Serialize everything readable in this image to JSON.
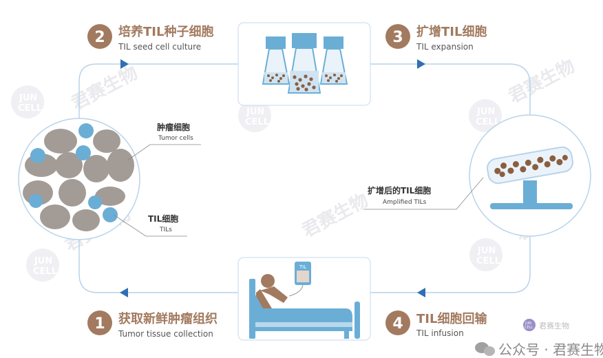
{
  "steps": [
    {
      "number": "1",
      "title": "获取新鲜肿瘤组织",
      "subtitle": "Tumor tissue collection"
    },
    {
      "number": "2",
      "title": "培养TIL种子细胞",
      "subtitle": "TIL seed cell culture"
    },
    {
      "number": "3",
      "title": "扩增TIL细胞",
      "subtitle": "TIL expansion"
    },
    {
      "number": "4",
      "title": "TIL细胞回输",
      "subtitle": "TIL infusion"
    }
  ],
  "labels": {
    "tumor_cells": {
      "cn": "肿瘤细胞",
      "en": "Tumor cells"
    },
    "tils": {
      "cn": "TIL细胞",
      "en": "TILs"
    },
    "amplified": {
      "cn": "扩增后的TIL细胞",
      "en": "Amplified TILs"
    },
    "bag_label": "TIL"
  },
  "watermark": {
    "text": "君赛生物",
    "logo_line1": "JUN",
    "logo_line2": "CELL"
  },
  "footer": {
    "text": "公众号 · 君赛生物"
  },
  "colors": {
    "step_accent": "#a27a5f",
    "cell_blue": "#6aaed6",
    "tumor_gray": "#a39b96",
    "loop_line": "#b9d2ea",
    "arrow": "#2e6fb5",
    "tissue_brown": "#8b5e40"
  }
}
